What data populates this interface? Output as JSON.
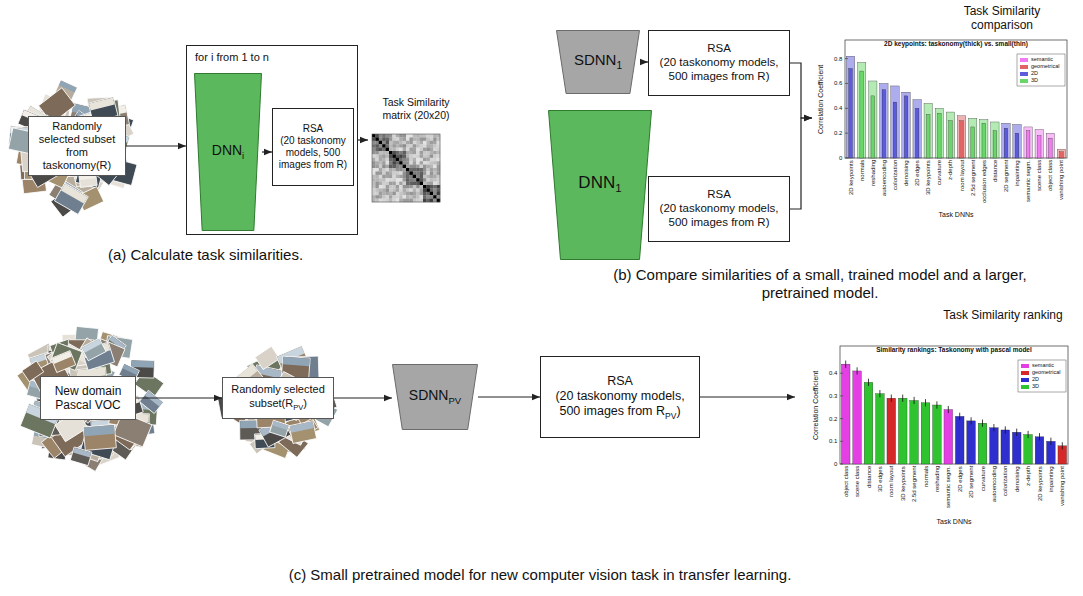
{
  "diagram": {
    "nodes": [
      {
        "text": [
          "Randomly selected subset from taskonomy(R)"
        ]
      },
      {
        "text": [
          "for i from 1 to n"
        ]
      },
      {
        "text": [
          "DNN",
          "i"
        ],
        "in": 1
      },
      {
        "text": [
          "RSA",
          "(20 taskonomy models, 500 images from R)"
        ],
        "in": 1
      },
      {
        "text": [
          "Task Similarity matrix (20x20)"
        ]
      },
      {
        "text": [
          "SDNN",
          "1"
        ]
      },
      {
        "text": [
          "RSA",
          "(20 taskonomy models, 500 images from R)"
        ]
      },
      {
        "text": [
          "DNN",
          "1"
        ]
      },
      {
        "text": [
          "RSA",
          "(20 taskonomy models, 500 images from R)"
        ]
      },
      {
        "text": [
          "Task Similarity comparison",
          "2D keypoints: taskonomy(thick) vs. small(thin)"
        ]
      },
      {
        "text": [
          "New domain Pascal VOC"
        ]
      },
      {
        "text": [
          "Randomly selected subset(R",
          "PV",
          ")"
        ]
      },
      {
        "text": [
          "SDNN",
          "PV"
        ]
      },
      {
        "text": [
          "RSA",
          "(20 taskonomy models, 500 images from R",
          "PV",
          ")"
        ]
      },
      {
        "text": [
          "Task Similarity ranking",
          "Similarity rankings: Taskonomy with pascal model"
        ]
      }
    ],
    "edges": [
      {
        "from": 0,
        "to": 1,
        "arrow": "to"
      },
      {
        "from": 2,
        "to": 3,
        "arrow": "to"
      },
      {
        "from": 1,
        "to": 4,
        "arrow": "to"
      },
      {
        "from": 5,
        "to": 6,
        "arrow": "to"
      },
      {
        "from": 7,
        "to": 8,
        "arrow": "to"
      },
      {
        "from": 6,
        "to": 9,
        "arrow": "to"
      },
      {
        "from": 8,
        "to": 9,
        "arrow": "to"
      },
      {
        "from": 10,
        "to": 11,
        "arrow": "to"
      },
      {
        "from": 11,
        "to": 12,
        "arrow": "to"
      },
      {
        "from": 12,
        "to": 13,
        "arrow": "to"
      },
      {
        "from": 13,
        "to": 14,
        "arrow": "to"
      }
    ],
    "labels": [
      "(a) Calculate task similarities.",
      "(b) Compare similarities of a small, trained model and a larger, pretrained model.",
      "(c) Small pretrained model for new computer vision task in transfer learning.",
      "Correlation Coefficient",
      "Task DNNs",
      "0",
      "0.2",
      "0.4",
      "0.6",
      "0.8",
      "2D keypoints",
      "normals",
      "reshading",
      "autoencoding",
      "colorization",
      "denoising",
      "2D edges",
      "3D keypoints",
      "curvature",
      "z-depth",
      "room layout",
      "2.5d segment",
      "occlusion edges",
      "distance",
      "2D segment",
      "inpainting",
      "semantic segm.",
      "scene class",
      "object class",
      "vanishing point",
      "Correlation Coefficient",
      "Task DNNs",
      "0",
      "0.1",
      "0.2",
      "0.3",
      "0.4",
      "object class",
      "scene class",
      "distance",
      "3D edges",
      "room layout",
      "3D keypoints",
      "2.5d segment",
      "normals",
      "reshading",
      "semantic segm.",
      "2D edges",
      "2D segment",
      "curvature",
      "autoencoding",
      "colorization",
      "denoising",
      "z-depth",
      "2D keypoints",
      "inpainting",
      "vanishing point"
    ],
    "legend": [
      {
        "text": "semantic",
        "color": "#f07cf0"
      },
      {
        "text": "geometrical",
        "color": "#e06666"
      },
      {
        "text": "2D",
        "color": "#5b5bdc"
      },
      {
        "text": "3D",
        "color": "#6ad66a"
      },
      {
        "text": "semantic",
        "color": "#e43fe4"
      },
      {
        "text": "geometrical",
        "color": "#d62828"
      },
      {
        "text": "2D",
        "color": "#2f2fd0"
      },
      {
        "text": "3D",
        "color": "#2fc42f"
      }
    ]
  }
}
